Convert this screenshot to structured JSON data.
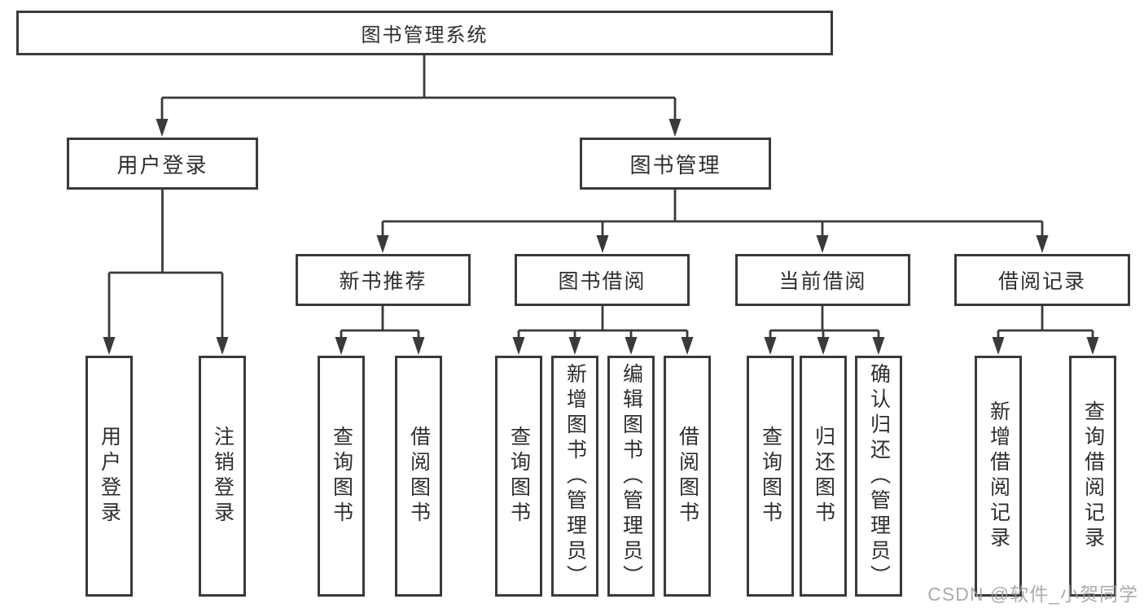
{
  "diagram": {
    "root": {
      "label": "图书管理系统"
    },
    "branches": [
      {
        "label": "用户登录",
        "children": [
          {
            "label": "用户登录"
          },
          {
            "label": "注销登录"
          }
        ]
      },
      {
        "label": "图书管理",
        "children": [
          {
            "label": "新书推荐",
            "children": [
              {
                "label": "查询图书"
              },
              {
                "label": "借阅图书"
              }
            ]
          },
          {
            "label": "图书借阅",
            "children": [
              {
                "label": "查询图书"
              },
              {
                "label": "新增图书（管理员）"
              },
              {
                "label": "编辑图书（管理员）"
              },
              {
                "label": "借阅图书"
              }
            ]
          },
          {
            "label": "当前借阅",
            "children": [
              {
                "label": "查询图书"
              },
              {
                "label": "归还图书"
              },
              {
                "label": "确认归还（管理员）"
              }
            ]
          },
          {
            "label": "借阅记录",
            "children": [
              {
                "label": "新增借阅记录"
              },
              {
                "label": "查询借阅记录"
              }
            ]
          }
        ]
      }
    ],
    "watermark": "CSDN @软件_小贺同学",
    "colors": {
      "line": "#3a3a3a",
      "text": "#2e2e2e",
      "background": "#ffffff",
      "watermark": "#9e9e9e"
    }
  }
}
